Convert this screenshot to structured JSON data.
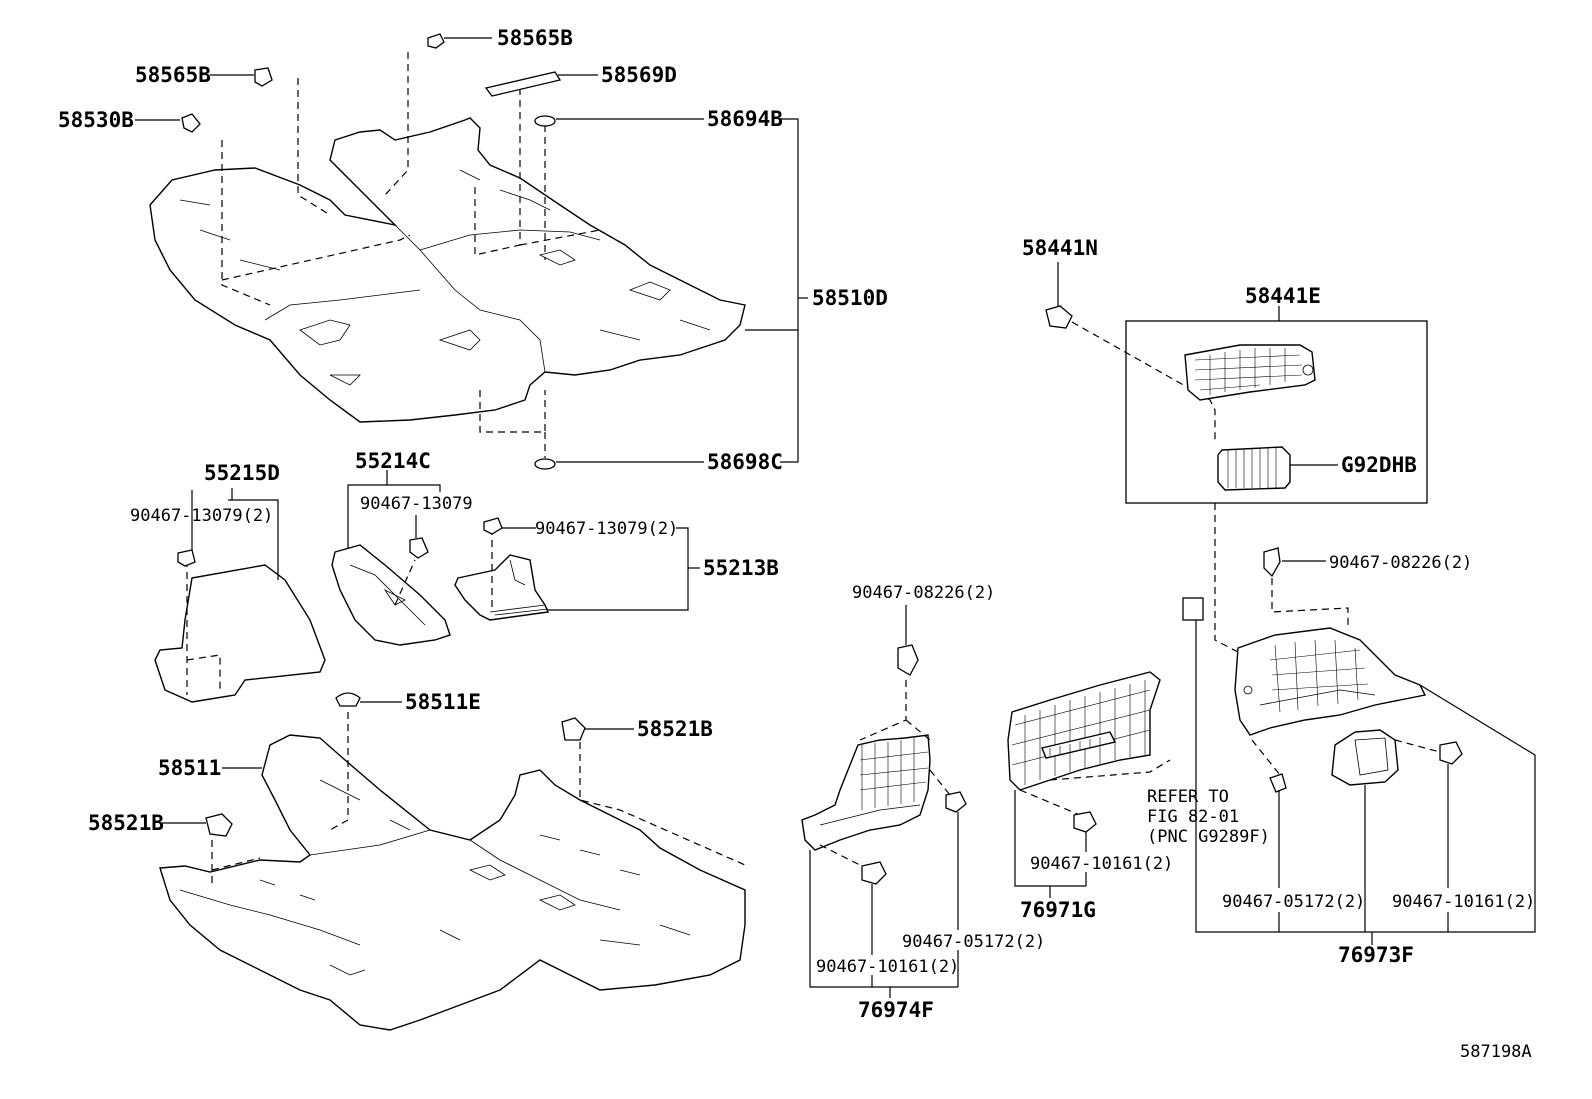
{
  "diagram_id": "587198A",
  "parts": {
    "p58565B_top": "58565B",
    "p58565B_left": "58565B",
    "p58569D": "58569D",
    "p58530B": "58530B",
    "p58694B": "58694B",
    "p58510D": "58510D",
    "p58698C": "58698C",
    "p55215D": "55215D",
    "p55214C": "55214C",
    "p90467_13079_2_a": "90467-13079(2)",
    "p90467_13079": "90467-13079",
    "p90467_13079_2_b": "90467-13079(2)",
    "p55213B": "55213B",
    "p58511E": "58511E",
    "p58521B_right": "58521B",
    "p58511": "58511",
    "p58521B_left": "58521B",
    "p58441N": "58441N",
    "p58441E": "58441E",
    "pG92DHB": "G92DHB",
    "p90467_08226_2_right": "90467-08226(2)",
    "p90467_08226_2_left": "90467-08226(2)",
    "p90467_10161_2_mid": "90467-10161(2)",
    "p76971G": "76971G",
    "p90467_05172_2_left": "90467-05172(2)",
    "p90467_10161_2_left": "90467-10161(2)",
    "p76974F": "76974F",
    "p90467_05172_2_right": "90467-05172(2)",
    "p90467_10161_2_right": "90467-10161(2)",
    "p76973F": "76973F"
  },
  "refer_note": {
    "line1": "REFER TO",
    "line2": "FIG 82-01",
    "line3": "(PNC G9289F)"
  }
}
